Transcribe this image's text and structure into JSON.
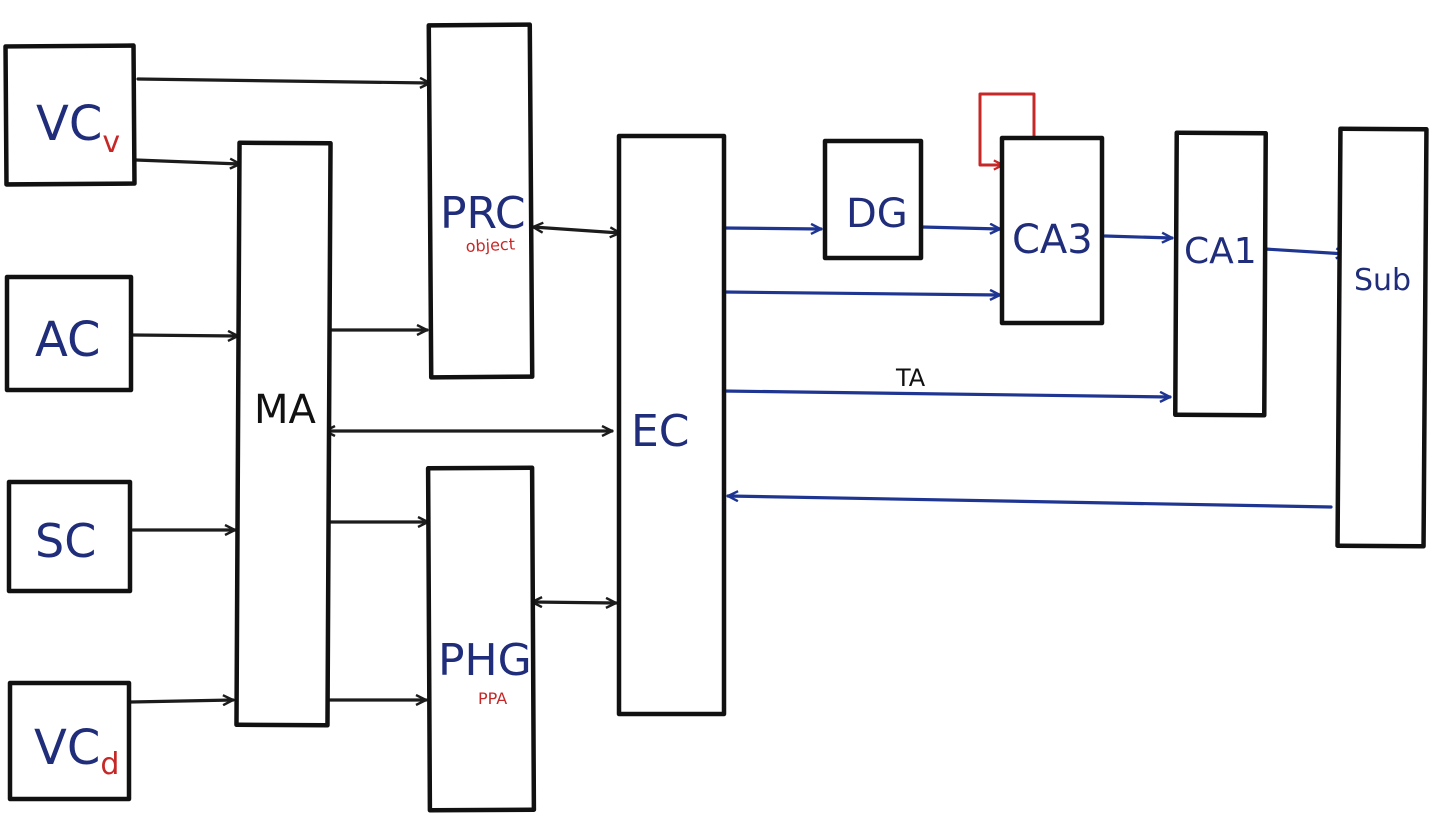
{
  "colors": {
    "ink": "#111111",
    "blue_ink": "#1f2d7a",
    "red_ink": "#c62828",
    "arrow_black": "#1c1c1c",
    "arrow_blue": "#1f3592"
  },
  "nodes": {
    "vcv": {
      "main": "VC",
      "sub": "v"
    },
    "ac": {
      "main": "AC"
    },
    "sc": {
      "main": "SC"
    },
    "vcd": {
      "main": "VC",
      "sub": "d"
    },
    "ma": {
      "main": "MA"
    },
    "prc": {
      "main": "PRC",
      "sub": "object"
    },
    "phg": {
      "main": "PHG",
      "sub": "PPA"
    },
    "ec": {
      "main": "EC"
    },
    "dg": {
      "main": "DG"
    },
    "ca3": {
      "main": "CA3"
    },
    "ca1": {
      "main": "CA1"
    },
    "sub": {
      "main": "Sub"
    }
  },
  "edges": [
    {
      "from": "VCv",
      "to": "PRC",
      "color": "black"
    },
    {
      "from": "VCv",
      "to": "MA",
      "color": "black"
    },
    {
      "from": "AC",
      "to": "MA",
      "color": "black"
    },
    {
      "from": "SC",
      "to": "MA",
      "color": "black"
    },
    {
      "from": "VCd",
      "to": "MA",
      "color": "black"
    },
    {
      "from": "MA",
      "to": "PRC",
      "color": "black"
    },
    {
      "from": "MA",
      "to": "PHG",
      "color": "black"
    },
    {
      "from": "MA",
      "to": "PHG",
      "color": "black"
    },
    {
      "from": "MA",
      "to": "EC",
      "color": "black",
      "bidirectional": true
    },
    {
      "from": "PRC",
      "to": "EC",
      "color": "black",
      "bidirectional": true
    },
    {
      "from": "PHG",
      "to": "EC",
      "color": "black",
      "bidirectional": true
    },
    {
      "from": "EC",
      "to": "DG",
      "color": "blue"
    },
    {
      "from": "EC",
      "to": "CA3",
      "color": "blue"
    },
    {
      "from": "EC",
      "to": "CA1",
      "color": "blue",
      "label": "TA"
    },
    {
      "from": "DG",
      "to": "CA3",
      "color": "blue"
    },
    {
      "from": "CA3",
      "to": "CA1",
      "color": "blue"
    },
    {
      "from": "CA1",
      "to": "Sub",
      "color": "blue"
    },
    {
      "from": "Sub",
      "to": "EC",
      "color": "blue"
    },
    {
      "from": "CA3",
      "to": "CA3",
      "color": "red",
      "recurrent": true
    }
  ]
}
